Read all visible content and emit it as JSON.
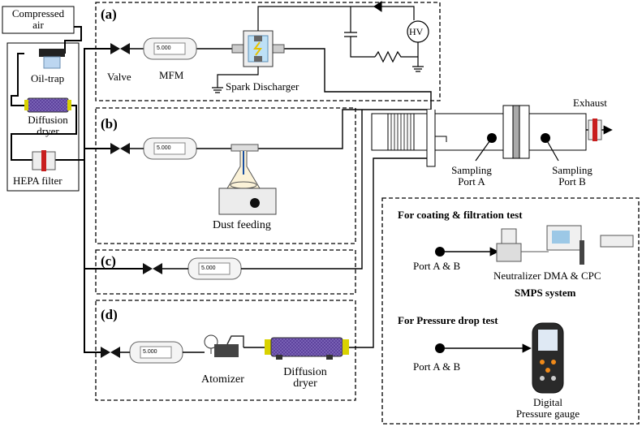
{
  "supply": {
    "compressed_air": "Compressed\nair",
    "oil_trap": "Oil-trap",
    "diffusion_dryer": "Diffusion\ndryer",
    "hepa_filter": "HEPA filter"
  },
  "sections": {
    "a": {
      "letter": "(a)",
      "valve": "Valve",
      "mfm": "MFM",
      "spark": "Spark Discharger",
      "hv": "HV"
    },
    "b": {
      "letter": "(b)",
      "dust": "Dust feeding"
    },
    "c": {
      "letter": "(c)"
    },
    "d": {
      "letter": "(d)",
      "atomizer": "Atomizer",
      "dryer": "Diffusion\ndryer"
    }
  },
  "mfm_display": "5.000",
  "main": {
    "exhaust": "Exhaust",
    "port_a": "Sampling\nPort A",
    "port_b": "Sampling\nPort B"
  },
  "tests": {
    "coating_title": "For coating & filtration test",
    "coating_port": "Port A & B",
    "instruments": "Neutralizer DMA & CPC",
    "smps": "SMPS system",
    "pressure_title": "For Pressure drop test",
    "pressure_port": "Port A & B",
    "gauge": "Digital\nPressure gauge"
  }
}
